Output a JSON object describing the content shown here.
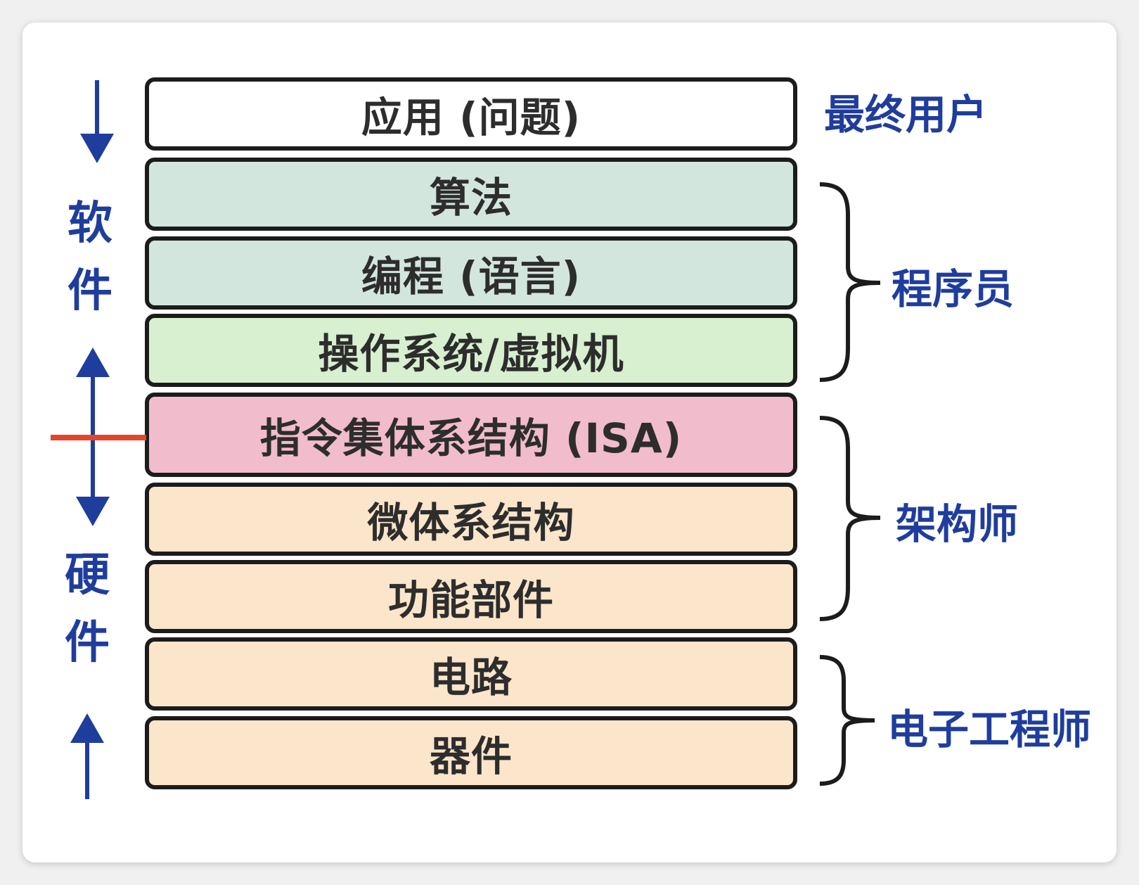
{
  "layers": [
    {
      "label": "应用 (问题)",
      "color": "#ffffff"
    },
    {
      "label": "算法",
      "color": "#d3e6de"
    },
    {
      "label": "编程 (语言)",
      "color": "#d3e6de"
    },
    {
      "label": "操作系统/虚拟机",
      "color": "#d8efd0"
    },
    {
      "label": "指令集体系结构 (ISA)",
      "color": "#f1bccb"
    },
    {
      "label": "微体系结构",
      "color": "#fbe5cb"
    },
    {
      "label": "功能部件",
      "color": "#fbe5cb"
    },
    {
      "label": "电路",
      "color": "#fbe5cb"
    },
    {
      "label": "器件",
      "color": "#fbe5cb"
    }
  ],
  "roles": {
    "end_user": "最终用户",
    "programmer": "程序员",
    "architect": "架构师",
    "electronic_engineer": "电子工程师"
  },
  "side_labels": {
    "software": [
      "软",
      "件"
    ],
    "hardware": [
      "硬",
      "件"
    ]
  },
  "colors": {
    "accent_blue": "#1f3d9c",
    "isa_line": "#e2462a",
    "border": "#1c1c1c"
  }
}
